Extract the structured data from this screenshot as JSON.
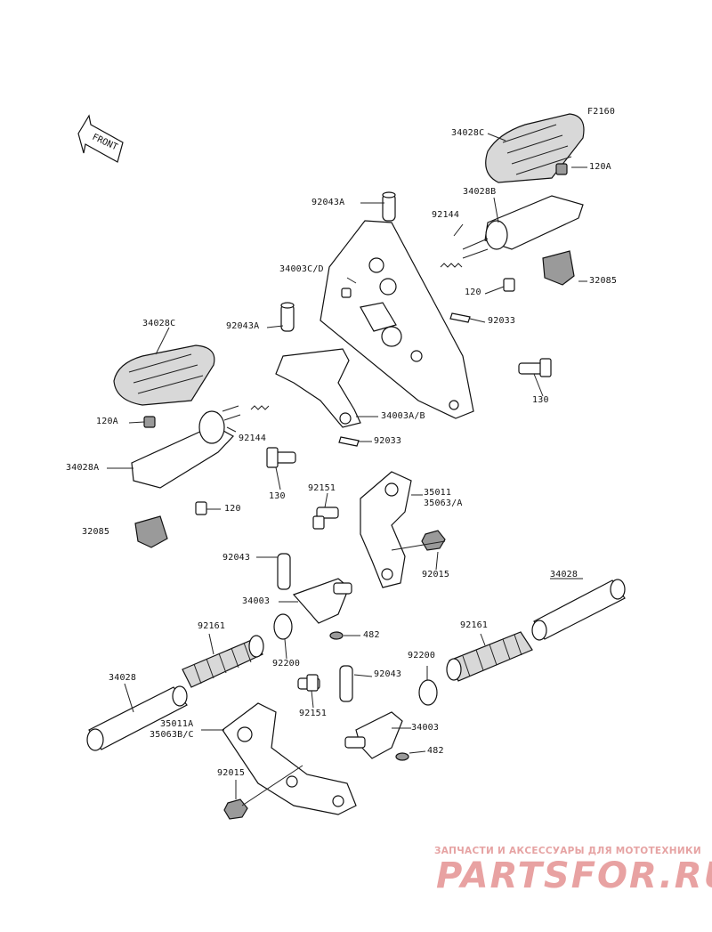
{
  "figure_code": "F2160",
  "front_label": "FRONT",
  "watermark": {
    "tagline": "ЗАПЧАСТИ И АКСЕССУАРЫ ДЛЯ МОТОТЕХНИКИ",
    "brand": "PARTSFOR.RU",
    "color": "#e6a3a3"
  },
  "labels": {
    "l34028C_top": "34028C",
    "l120A_top": "120A",
    "l34028B": "34028B",
    "l92043A_top": "92043A",
    "l92144_top": "92144",
    "l34003CD": "34003C/D",
    "l120_top": "120",
    "l32085_top": "32085",
    "l92033_top": "92033",
    "l92043A_mid": "92043A",
    "l34028C_left": "34028C",
    "l130_right": "130",
    "l34003AB": "34003A/B",
    "l120A_left": "120A",
    "l92144_left": "92144",
    "l92033_mid": "92033",
    "l34028A": "34028A",
    "l130_left": "130",
    "l92151_top": "92151",
    "l35011": "35011",
    "l35063A": "35063/A",
    "l120_left": "120",
    "l32085_left": "32085",
    "l92043_left": "92043",
    "l92015_right": "92015",
    "l34028_right": "34028",
    "l34003_left": "34003",
    "l482_top": "482",
    "l92161_left": "92161",
    "l92161_right": "92161",
    "l92200_left": "92200",
    "l92200_right": "92200",
    "l34028_left": "34028",
    "l92043_right": "92043",
    "l92151_bottom": "92151",
    "l35011A": "35011A",
    "l35063BC": "35063B/C",
    "l34003_right": "34003",
    "l482_bottom": "482",
    "l92015_left": "92015"
  }
}
